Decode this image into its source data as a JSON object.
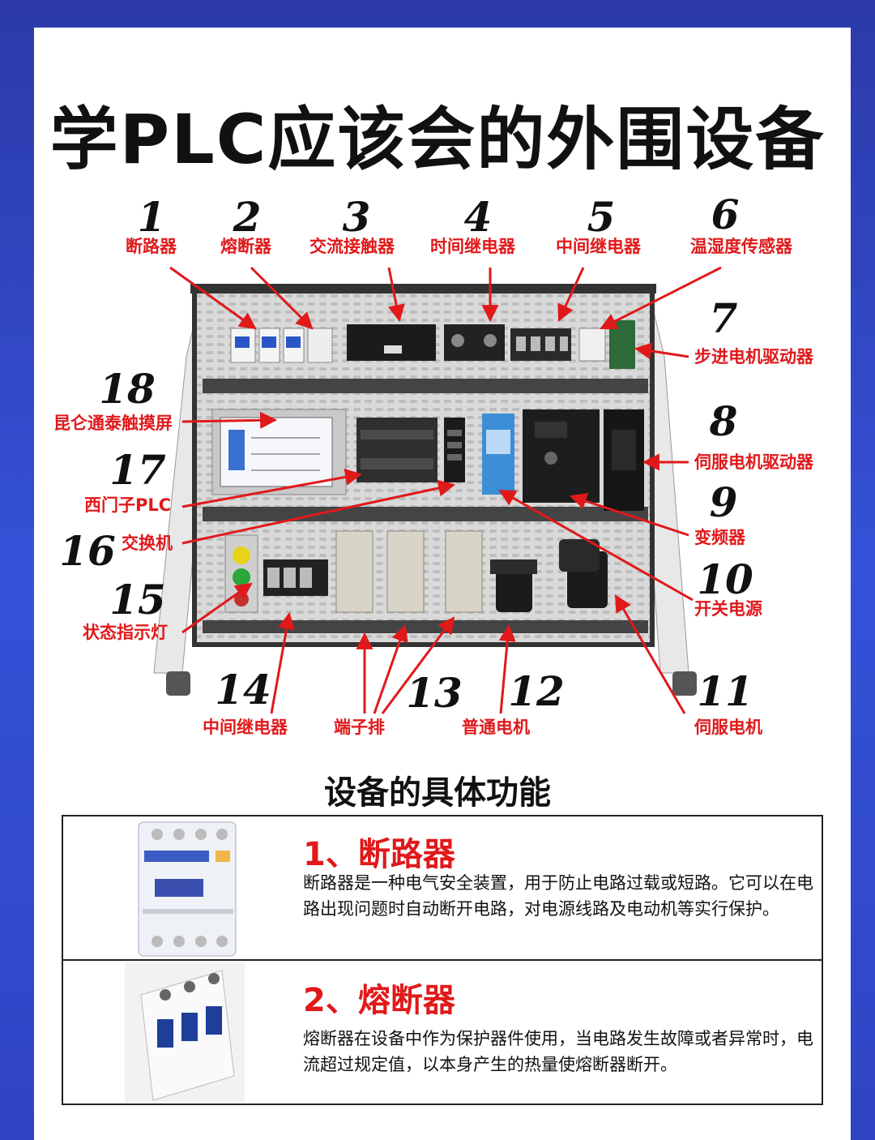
{
  "title": "学PLC应该会的外围设备",
  "callouts": [
    {
      "num": "1",
      "label": "断路器"
    },
    {
      "num": "2",
      "label": "熔断器"
    },
    {
      "num": "3",
      "label": "交流接触器"
    },
    {
      "num": "4",
      "label": "时间继电器"
    },
    {
      "num": "5",
      "label": "中间继电器"
    },
    {
      "num": "6",
      "label": "温湿度传感器"
    },
    {
      "num": "7",
      "label": "步进电机驱动器"
    },
    {
      "num": "8",
      "label": "伺服电机驱动器"
    },
    {
      "num": "9",
      "label": "变频器"
    },
    {
      "num": "10",
      "label": "开关电源"
    },
    {
      "num": "11",
      "label": "伺服电机"
    },
    {
      "num": "12",
      "label": "普通电机"
    },
    {
      "num": "13",
      "label": "端子排"
    },
    {
      "num": "14",
      "label": "中间继电器"
    },
    {
      "num": "15",
      "label": "状态指示灯"
    },
    {
      "num": "16",
      "label": "交换机"
    },
    {
      "num": "17",
      "label": "西门子PLC"
    },
    {
      "num": "18",
      "label": "昆仑通泰触摸屏"
    }
  ],
  "section_title": "设备的具体功能",
  "items": [
    {
      "title": "1、断路器",
      "text": "断路器是一种电气安全装置，用于防止电路过载或短路。它可以在电路出现问题时自动断开电路，对电源线路及电动机等实行保护。"
    },
    {
      "title": "2、熔断器",
      "text": "熔断器在设备中作为保护器件使用，当电路发生故障或者异常时，电流超过规定值，以本身产生的热量使熔断器断开。"
    }
  ],
  "colors": {
    "accent_red": "#e0191b",
    "background_blue": "#3551d8",
    "text": "#111111"
  }
}
